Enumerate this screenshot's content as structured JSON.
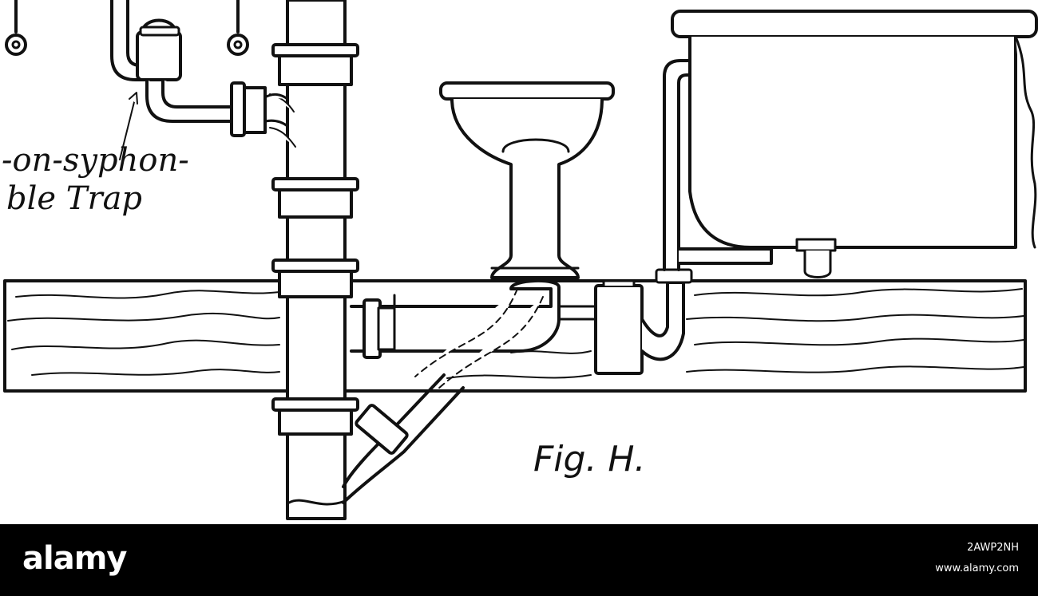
{
  "labels": {
    "trap_line1": "-on-syphon-",
    "trap_line2": "ble Trap",
    "figure": "Fig. H."
  },
  "watermark": {
    "brand": "alamy",
    "image_id": "2AWP2NH",
    "url": "www.alamy.com"
  },
  "colors": {
    "ink": "#111111",
    "paper": "#ffffff",
    "footer_bg": "#000000",
    "footer_text": "#ffffff"
  }
}
